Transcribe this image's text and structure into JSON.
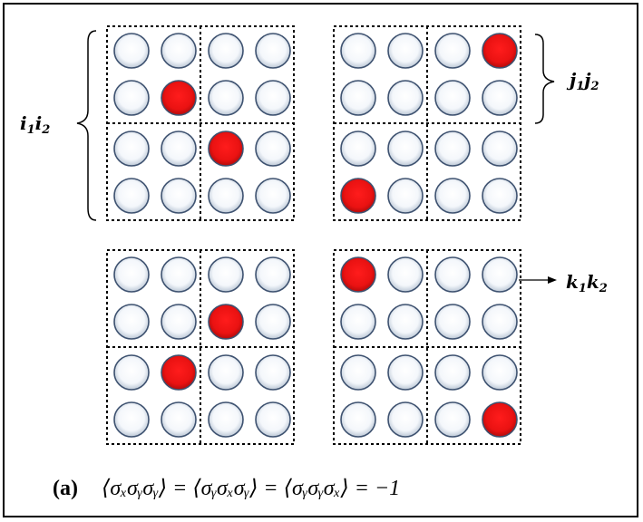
{
  "figure": {
    "labels": {
      "i": {
        "main": "i",
        "sub1": "1",
        "main2": "i",
        "sub2": "2"
      },
      "j": {
        "main": "j",
        "sub1": "1",
        "main2": "j",
        "sub2": "2"
      },
      "k": {
        "main": "k",
        "sub1": "1",
        "main2": "k",
        "sub2": "2"
      }
    },
    "caption": {
      "tag": "(a)",
      "equation": "⟨σₓσᵧσᵧ⟩ = ⟨σᵧσₓσᵧ⟩ = ⟨σᵧσᵧσₓ⟩ = −1"
    },
    "colors": {
      "excited": "#e8141b",
      "ground": "#ffffff",
      "dotted_border": "#000000"
    },
    "lattices": [
      {
        "name": "top-left",
        "red": [
          [
            1,
            1
          ],
          [
            2,
            2
          ]
        ]
      },
      {
        "name": "top-right",
        "red": [
          [
            0,
            3
          ],
          [
            3,
            0
          ]
        ]
      },
      {
        "name": "bottom-left",
        "red": [
          [
            1,
            2
          ],
          [
            2,
            1
          ]
        ]
      },
      {
        "name": "bottom-right",
        "red": [
          [
            0,
            0
          ],
          [
            3,
            3
          ]
        ]
      }
    ]
  }
}
